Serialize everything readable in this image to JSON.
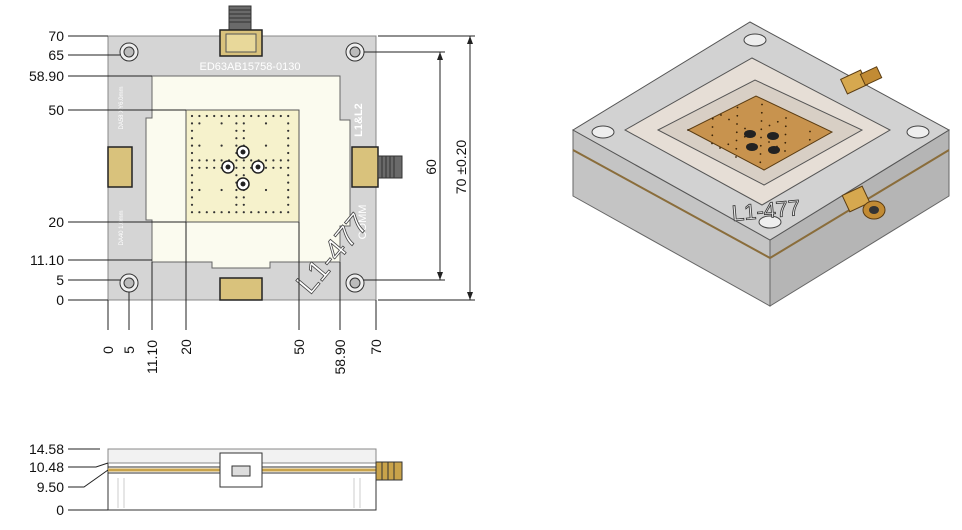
{
  "top_view": {
    "y_dims": [
      "70",
      "65",
      "58.90",
      "50",
      "20",
      "11.10",
      "5",
      "0"
    ],
    "x_dims": [
      "0",
      "5",
      "11.10",
      "20",
      "50",
      "58.90",
      "70"
    ],
    "dim_60": "60",
    "dim_70_tol": "70 ±0.20",
    "part_number": "ED63AB15758-0130",
    "side_label_l1l2": "L1&L2",
    "model_label": "L1-477",
    "left_text_top": "DA58 XY6.0mm",
    "left_text_bottom": "DA40 1.0mm",
    "right_text": "COMM"
  },
  "iso_view": {
    "label": "L1-477"
  },
  "side_view": {
    "y_dims": [
      "14.58",
      "10.48",
      "9.50",
      "0"
    ]
  },
  "colors": {
    "plate": "#d6d6d6",
    "opening": "#fbfbf0",
    "pad_area": "#f5f2c8",
    "connector": "#c9a34a",
    "dark": "#2b2b2b",
    "iso_glass": "#cfcfcf",
    "iso_gold": "#c8934e"
  }
}
